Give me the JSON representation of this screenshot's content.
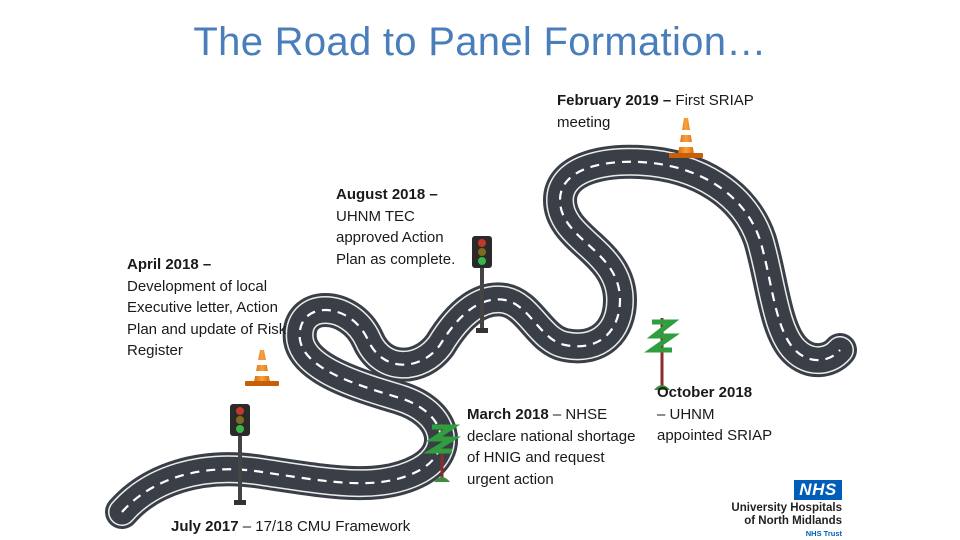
{
  "slide": {
    "title": "The Road to Panel Formation…"
  },
  "events": [
    {
      "date": "February 2019",
      "sep": " – ",
      "text": "First SRIAP meeting",
      "date_bold": true
    },
    {
      "date": "August 2018 –",
      "text": "UHNM TEC approved Action Plan as complete."
    },
    {
      "date": "April 2018 –",
      "text": "Development of local Executive letter, Action Plan and update of Risk Register"
    },
    {
      "date": "March 2018",
      "sep": " – ",
      "text": "NHSE declare national shortage of HNIG and request urgent action"
    },
    {
      "date": "October 2018",
      "text": "– UHNM appointed SRIAP"
    },
    {
      "date": "July 2017",
      "sep": " – ",
      "text": "17/18 CMU Framework"
    }
  ],
  "logo": {
    "badge": "NHS",
    "line1": "University Hospitals",
    "line2": "of North Midlands",
    "line3": "NHS Trust",
    "color": "#005eb8"
  },
  "colors": {
    "title": "#4a7ebb",
    "road": "#3a3f47",
    "cone": "#f28c1e",
    "light_green": "#39b54a"
  }
}
